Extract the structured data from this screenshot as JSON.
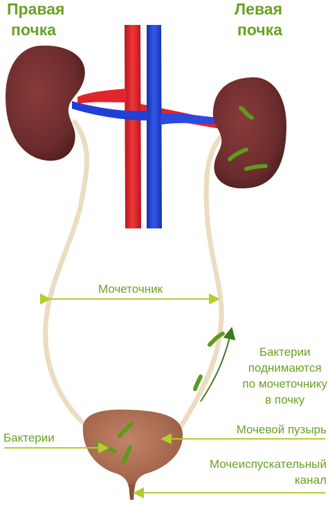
{
  "labels": {
    "right_kidney_line1": "Правая",
    "right_kidney_line2": "почка",
    "left_kidney_line1": "Левая",
    "left_kidney_line2": "почка",
    "ureter": "Мочеточник",
    "ascend_1": "Бактерии",
    "ascend_2": "поднимаются",
    "ascend_3": "по мочеточнику",
    "ascend_4": "в почку",
    "bladder": "Мочевой пузырь",
    "bacteria": "Бактерии",
    "urethra_1": "Мочеиспускательный",
    "urethra_2": "канал"
  },
  "colors": {
    "label_green": "#6aa123",
    "pointer_green": "#b4cc2c",
    "kidney": "#6b2c2c",
    "artery": "#e0262c",
    "vein": "#1f3fd6",
    "ureter": "#ecdcc0",
    "bladder": "#a86a4e",
    "bacteria": "#5e9a1e"
  }
}
